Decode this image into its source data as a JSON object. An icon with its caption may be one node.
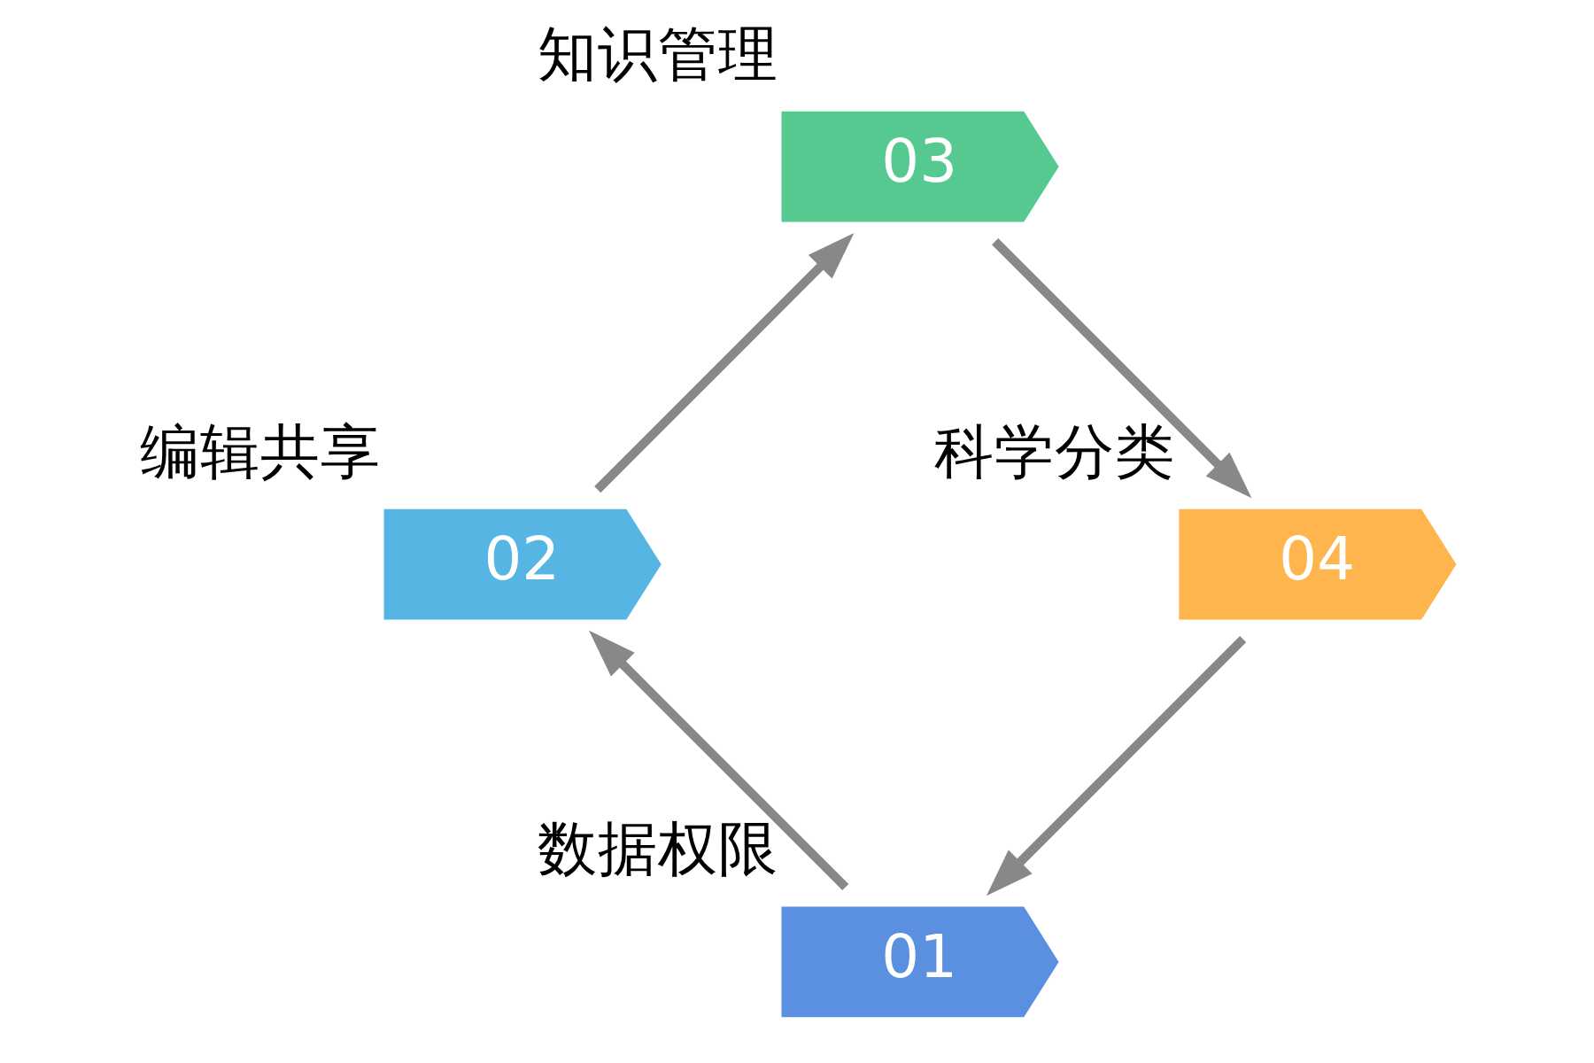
{
  "diagram": {
    "nodes": [
      {
        "text": [
          "01"
        ],
        "beside": [
          "数据权限"
        ]
      },
      {
        "text": [
          "02"
        ],
        "beside": [
          "编辑共享"
        ]
      },
      {
        "text": [
          "03"
        ],
        "beside": [
          "知识管理"
        ]
      },
      {
        "text": [
          "04"
        ],
        "beside": [
          "科学分类"
        ]
      }
    ],
    "edges": [
      {
        "from": 0,
        "to": 1,
        "arrow": "to"
      },
      {
        "from": 1,
        "to": 2,
        "arrow": "to"
      },
      {
        "from": 2,
        "to": 3,
        "arrow": "to"
      },
      {
        "from": 3,
        "to": 0,
        "arrow": "to"
      }
    ]
  }
}
